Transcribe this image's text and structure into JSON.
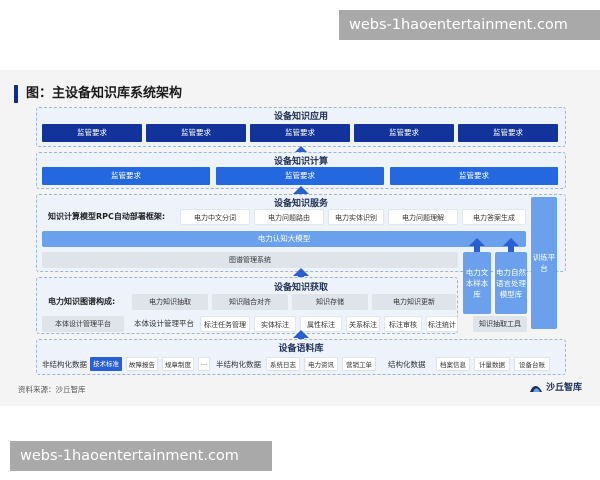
{
  "watermark_top": "webs-1haoentertainment.com",
  "watermark_bottom": "webs-1haoentertainment.com",
  "title": "图：主设备知识库系统架构",
  "source": "资料来源：沙丘智库",
  "logo": "沙丘智库",
  "application": {
    "title": "设备知识应用",
    "items": [
      "监管要求",
      "监管要求",
      "监管要求",
      "监管要求",
      "监管要求"
    ]
  },
  "computation": {
    "title": "设备知识计算",
    "items": [
      "监管要求",
      "监管要求",
      "监管要求"
    ]
  },
  "service": {
    "title": "设备知识服务",
    "row_label": "知识计算模型RPC自动部署框架:",
    "items": [
      "电力中文分词",
      "电力问题路由",
      "电力实体识别",
      "电力问题理解",
      "电力答案生成"
    ],
    "big_model": "电力认知大模型",
    "graph_mgmt": "图谱管理系统"
  },
  "side": {
    "training": "训练平台",
    "text_lib": "电力文本样本库",
    "nlp_model": "电力自然语言处理模型库"
  },
  "acquisition": {
    "title": "设备知识获取",
    "row_label": "电力知识图谱构成:",
    "items": [
      "电力知识抽取",
      "知识融合对齐",
      "知识存储",
      "电力知识更新"
    ],
    "ontology_platform": "本体设计管理平台",
    "ontology_label": "本体设计管理平台",
    "tools": [
      "标注任务管理",
      "实体标注",
      "属性标注",
      "关系标注",
      "标注审核",
      "标注统计"
    ],
    "extract_tool": "知识抽取工具"
  },
  "corpus": {
    "title": "设备语料库",
    "unstructured_label": "非结构化数据",
    "unstructured": [
      "技术标准",
      "故障报告",
      "规章制度",
      "···"
    ],
    "semi_label": "半结构化数据",
    "semi": [
      "系统日志",
      "电力资讯",
      "营销工单"
    ],
    "structured_label": "结构化数据",
    "structured": [
      "档案信息",
      "计量数据",
      "设备台账"
    ]
  },
  "colors": {
    "dark_blue": "#12349a",
    "mid_blue": "#2468e0",
    "light_blue": "#6aa0ec",
    "panel": "#eef3fb"
  }
}
